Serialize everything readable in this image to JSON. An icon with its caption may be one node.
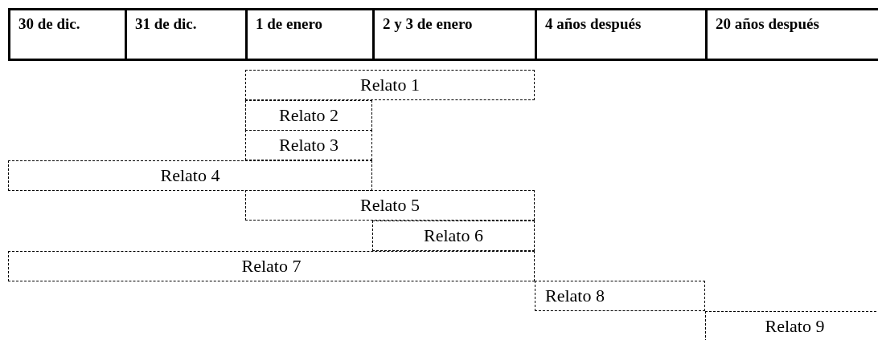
{
  "diagram": {
    "nodes": [
      {
        "text": [
          "Relato 1"
        ]
      },
      {
        "text": [
          "Relato 2"
        ]
      },
      {
        "text": [
          "Relato 3"
        ]
      },
      {
        "text": [
          "Relato 4"
        ]
      },
      {
        "text": [
          "Relato 5"
        ]
      },
      {
        "text": [
          "Relato 6"
        ]
      },
      {
        "text": [
          "Relato 7"
        ]
      },
      {
        "text": [
          "Relato 8"
        ]
      },
      {
        "text": [
          "Relato 9"
        ]
      }
    ],
    "labels": [
      "30 de dic.",
      "31 de dic.",
      "1 de enero",
      "2 y 3 de enero",
      "4 años después",
      "20 años después"
    ]
  }
}
